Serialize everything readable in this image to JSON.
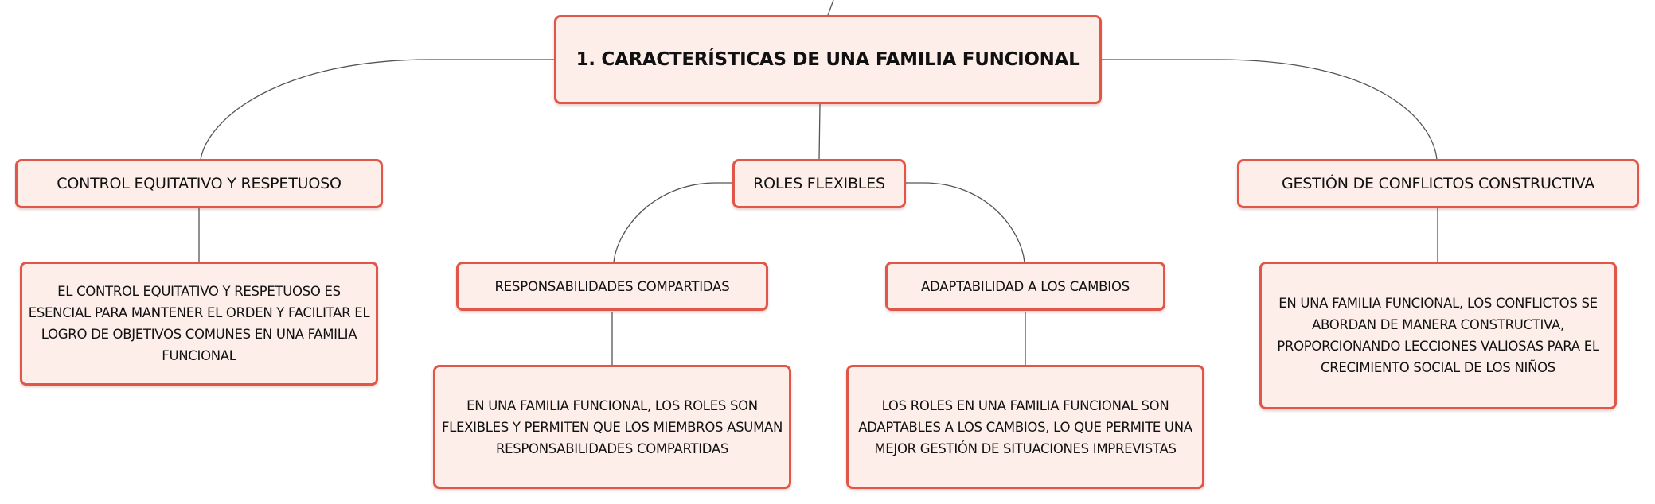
{
  "colors": {
    "node_fill": "#fdeeea",
    "node_border": "#e0574a",
    "connector": "#555555",
    "text": "#111111"
  },
  "root": {
    "title": "1. CARACTERÍSTICAS DE UNA FAMILIA FUNCIONAL"
  },
  "branches": [
    {
      "label": "CONTROL EQUITATIVO Y RESPETUOSO",
      "detail": "EL CONTROL EQUITATIVO Y RESPETUOSO ES ESENCIAL PARA MANTENER EL ORDEN Y FACILITAR EL LOGRO DE OBJETIVOS COMUNES EN UNA FAMILIA FUNCIONAL"
    },
    {
      "label": "ROLES FLEXIBLES",
      "children": [
        {
          "label": "RESPONSABILIDADES COMPARTIDAS",
          "detail": "EN UNA FAMILIA FUNCIONAL, LOS ROLES SON FLEXIBLES Y PERMITEN QUE LOS MIEMBROS ASUMAN RESPONSABILIDADES COMPARTIDAS"
        },
        {
          "label": "ADAPTABILIDAD A LOS CAMBIOS",
          "detail": "LOS ROLES EN UNA FAMILIA FUNCIONAL SON ADAPTABLES A LOS CAMBIOS, LO QUE PERMITE UNA MEJOR GESTIÓN DE SITUACIONES IMPREVISTAS"
        }
      ]
    },
    {
      "label": "GESTIÓN DE CONFLICTOS CONSTRUCTIVA",
      "detail": "EN UNA FAMILIA FUNCIONAL, LOS CONFLICTOS SE ABORDAN DE MANERA CONSTRUCTIVA, PROPORCIONANDO LECCIONES VALIOSAS PARA EL CRECIMIENTO SOCIAL DE LOS NIÑOS"
    }
  ]
}
